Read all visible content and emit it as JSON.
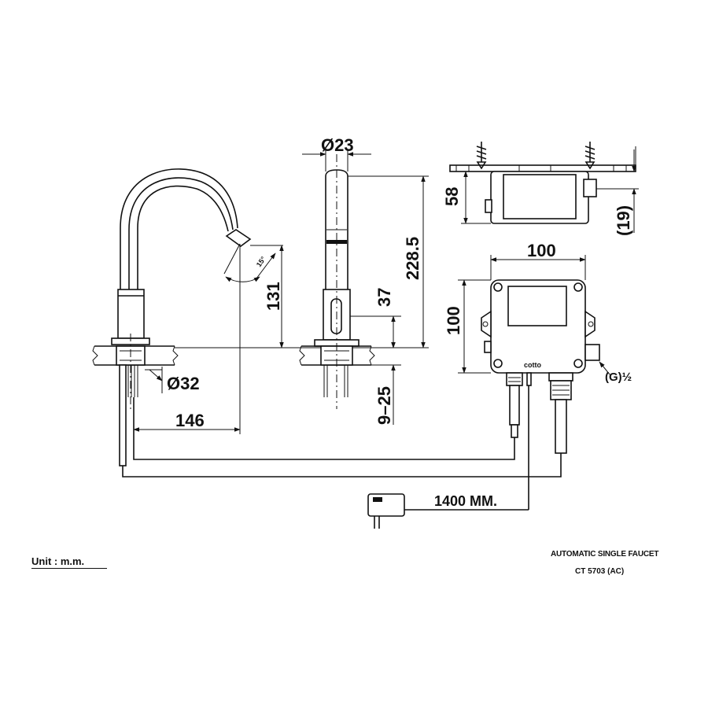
{
  "drawing": {
    "unit": "Unit : m.m.",
    "product_name": "AUTOMATIC SINGLE FAUCET",
    "model": "CT 5703 (AC)",
    "brand_mark": "cotto"
  },
  "dimensions": {
    "spout_diameter": "Ø23",
    "spout_height": "228.5",
    "outlet_height": "131",
    "sensor_height": "37",
    "angle": "15°",
    "base_diameter": "Ø32",
    "reach": "146",
    "deck_thickness": "9–25",
    "box_width": "100",
    "box_height": "100",
    "box_depth": "58",
    "inlet_offset": "(19)",
    "inlet_thread": "(G)½",
    "cable_length": "1400 MM."
  }
}
